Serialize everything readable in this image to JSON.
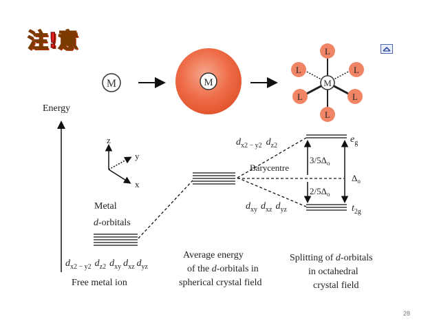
{
  "logo": {
    "char1": "注",
    "bang": "!",
    "char2": "意"
  },
  "page_number": "28",
  "ion_symbol": "M",
  "ligand_symbol": "L",
  "energy_label": "Energy",
  "axes": {
    "z": "z",
    "y": "y",
    "x": "x"
  },
  "metal_label_line1": "Metal",
  "metal_label_d": "d",
  "metal_label_rest": "-orbitals",
  "free_ion_orbitals": "d x2−y2  d z2  d xy  d xz  d yz",
  "free_ion_caption": "Free metal ion",
  "average_caption": {
    "line1": "Average energy",
    "line2_pre": "of the ",
    "line2_d": "d",
    "line2_post": "-orbitals in",
    "line3": "spherical crystal field"
  },
  "splitting_caption": {
    "line1_pre": "Splitting of ",
    "line1_d": "d",
    "line1_post": "-orbitals",
    "line2": "in octahedral",
    "line3": "crystal field"
  },
  "eg_orbitals": "d x2−y2  d z2",
  "t2g_orbitals": "d xy  d xz  d yz",
  "barycentre": "Barycentre",
  "eg_label": "e g",
  "t2g_label": "t 2g",
  "delta_o": "Δo",
  "upper_fraction": "3/5Δo",
  "lower_fraction": "2/5Δo",
  "colors": {
    "sphere": "#ee6d48",
    "ligand": "#f08566",
    "line": "#111111",
    "logo_yellow": "#f2c500",
    "logo_red": "#e0201b"
  }
}
